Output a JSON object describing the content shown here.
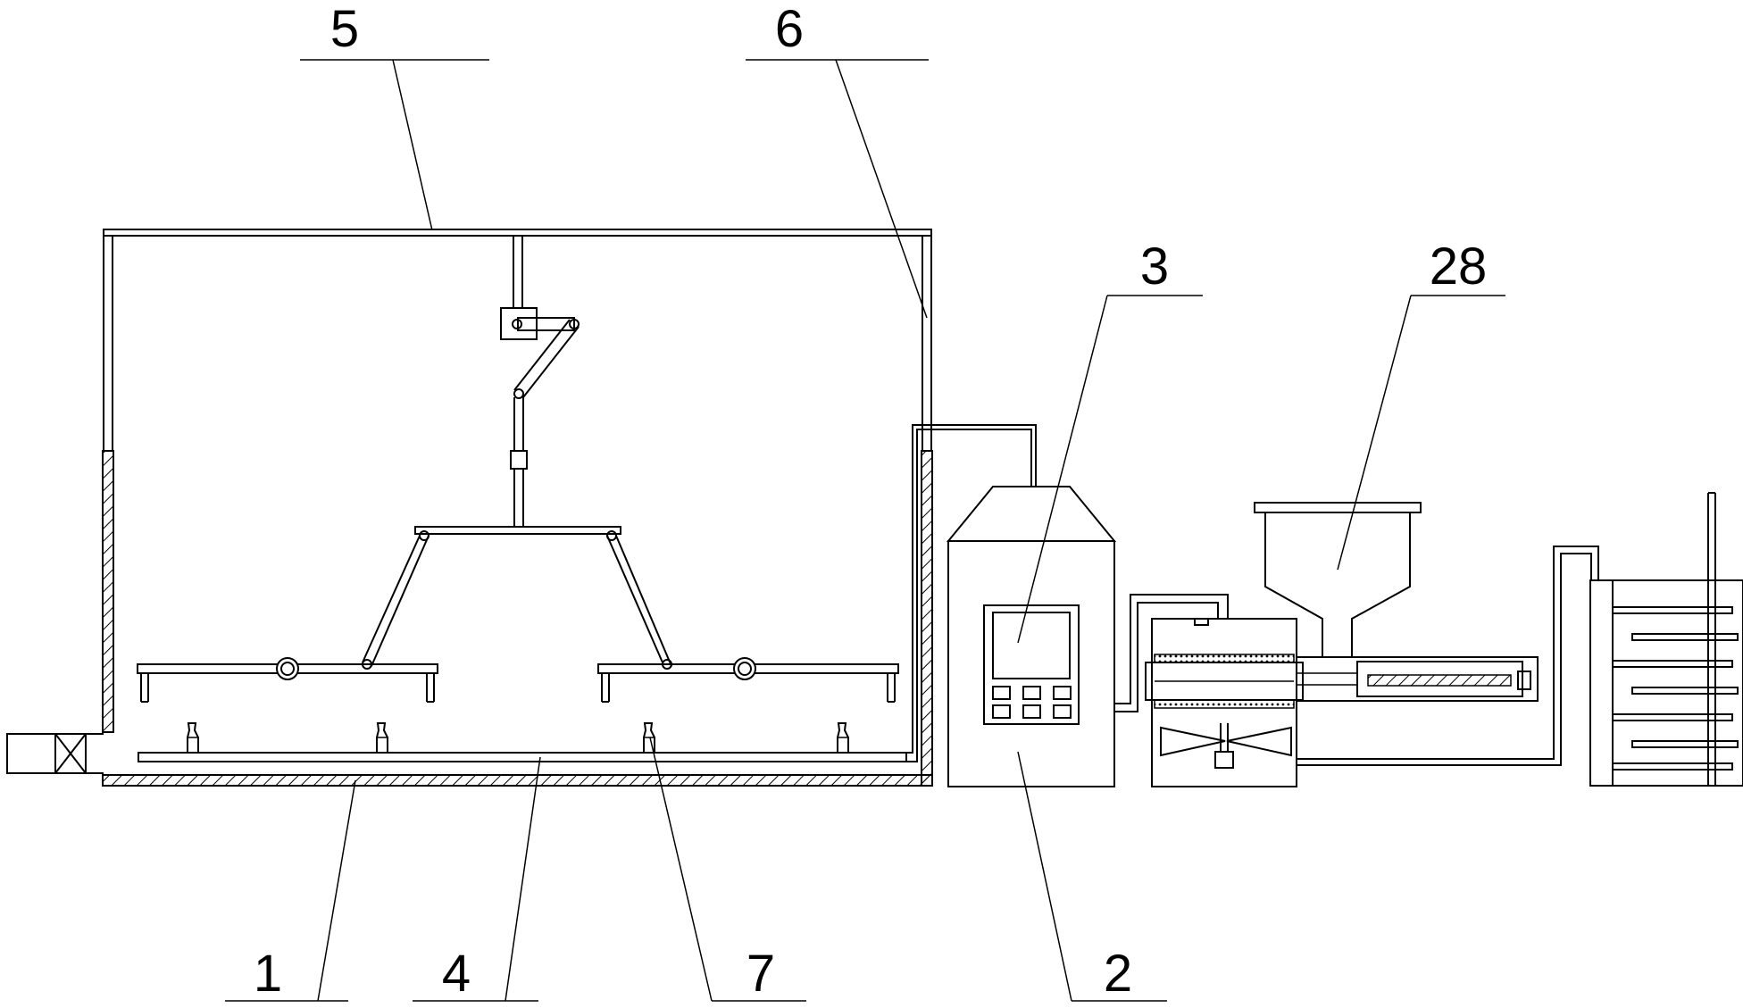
{
  "labels": {
    "l1": "1",
    "l2": "2",
    "l3": "3",
    "l4": "4",
    "l5": "5",
    "l6": "6",
    "l7": "7",
    "l28": "28"
  }
}
